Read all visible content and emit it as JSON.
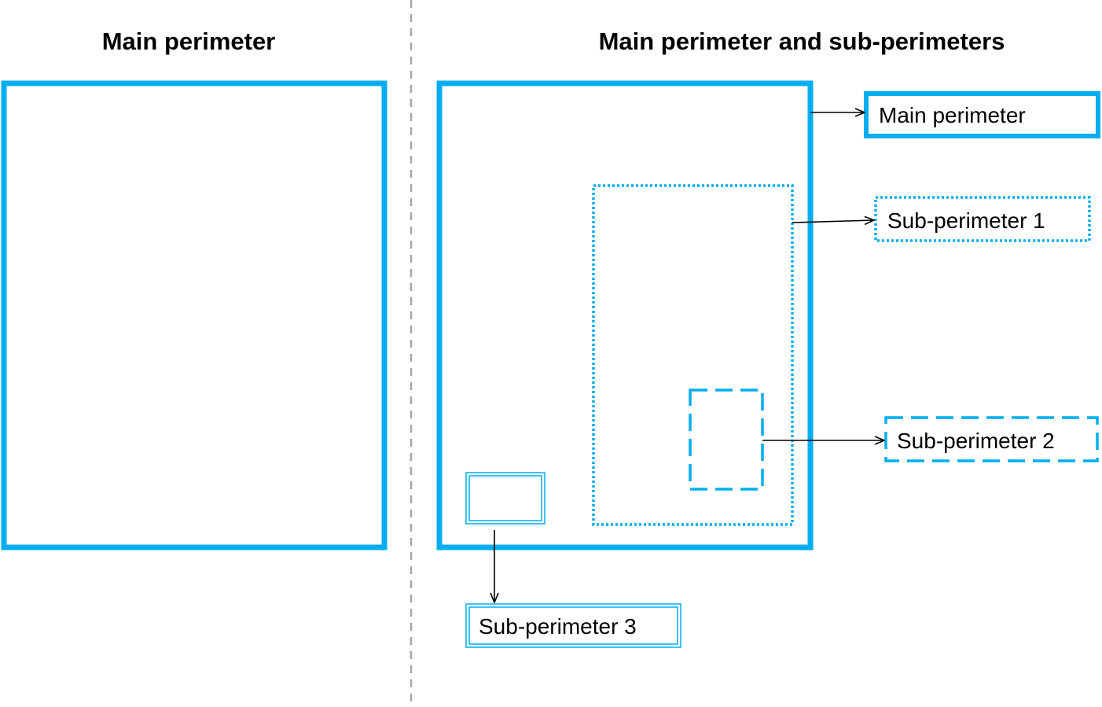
{
  "titles": {
    "left": "Main perimeter",
    "right": "Main perimeter and sub-perimeters"
  },
  "labels": {
    "main": "Main perimeter",
    "sub1": "Sub-perimeter 1",
    "sub2": "Sub-perimeter 2",
    "sub3": "Sub-perimeter 3"
  },
  "colors": {
    "perimeter": "#00aeef",
    "divider": "#a6a6a6",
    "arrow": "#000000"
  }
}
